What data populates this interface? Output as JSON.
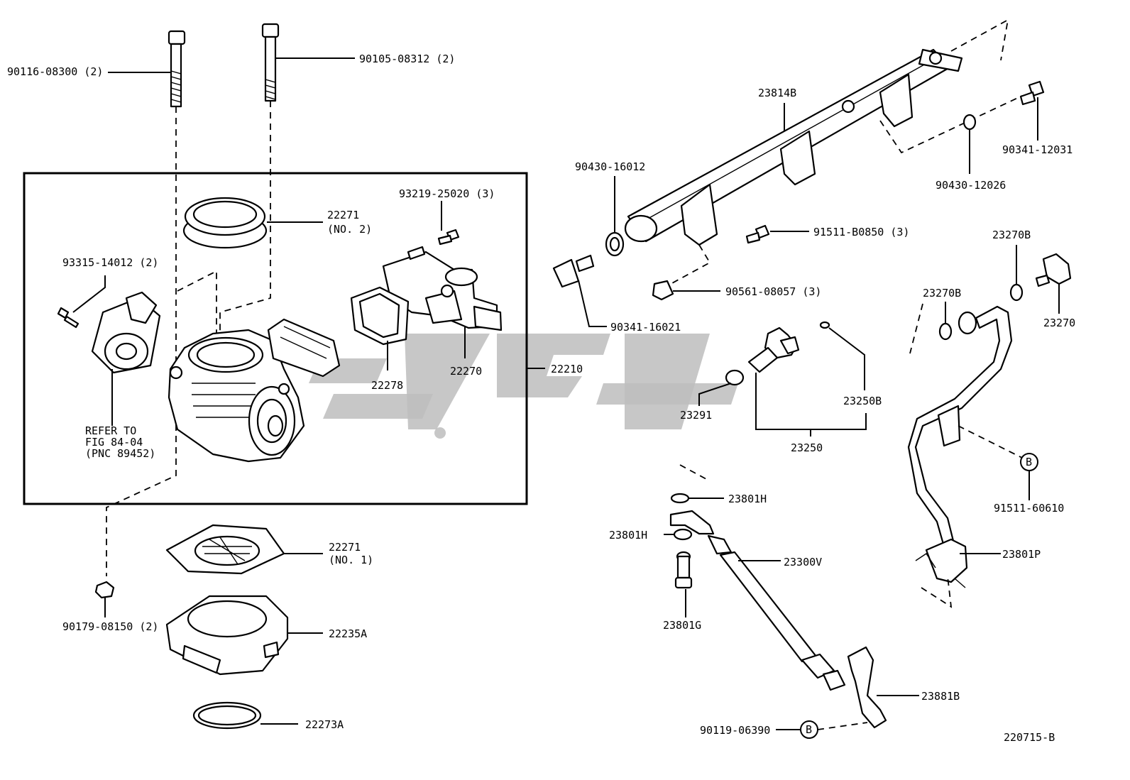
{
  "diagram_code": "220715-B",
  "labels": {
    "bolt_a": "90116-08300 (2)",
    "bolt_b": "90105-08312 (2)",
    "gasket_no2_num": "22271",
    "gasket_no2_sub": "(NO. 2)",
    "screw_iac": "93219-25020 (3)",
    "screw_tps": "93315-14012 (2)",
    "refer_1": "REFER TO",
    "refer_2": "FIG 84-04",
    "refer_3": "(PNC 89452)",
    "gasket_iac": "22278",
    "iac_valve": "22270",
    "throttle_body": "22210",
    "gasket_no1_num": "22271",
    "gasket_no1_sub": "(NO. 1)",
    "nut_lower": "90179-08150 (2)",
    "adapter": "22235A",
    "ring": "22273A",
    "delivery_pipe": "23814B",
    "spacer_a": "90430-16012",
    "bolt_rail": "91511-B0850 (3)",
    "collar": "90561-08057 (3)",
    "union_bolt_a": "90341-16021",
    "union_bolt_b": "90341-12031",
    "spacer_b": "90430-12026",
    "o_ring": "23250B",
    "insulator": "23291",
    "injector": "23250",
    "gasket_h_top": "23801H",
    "gasket_h_mid": "23801H",
    "fuel_hose": "23300V",
    "union_bolt_g": "23801G",
    "bracket": "23881B",
    "bolt_bottom": "90119-06390",
    "callout_b_bottom": "B",
    "gasket_270b_top": "23270B",
    "gasket_270b_mid": "23270B",
    "pressure_regulator": "23270",
    "callout_b_right": "B",
    "bolt_right": "91511-60610",
    "clamp": "23801P"
  },
  "watermark": "شیپور"
}
